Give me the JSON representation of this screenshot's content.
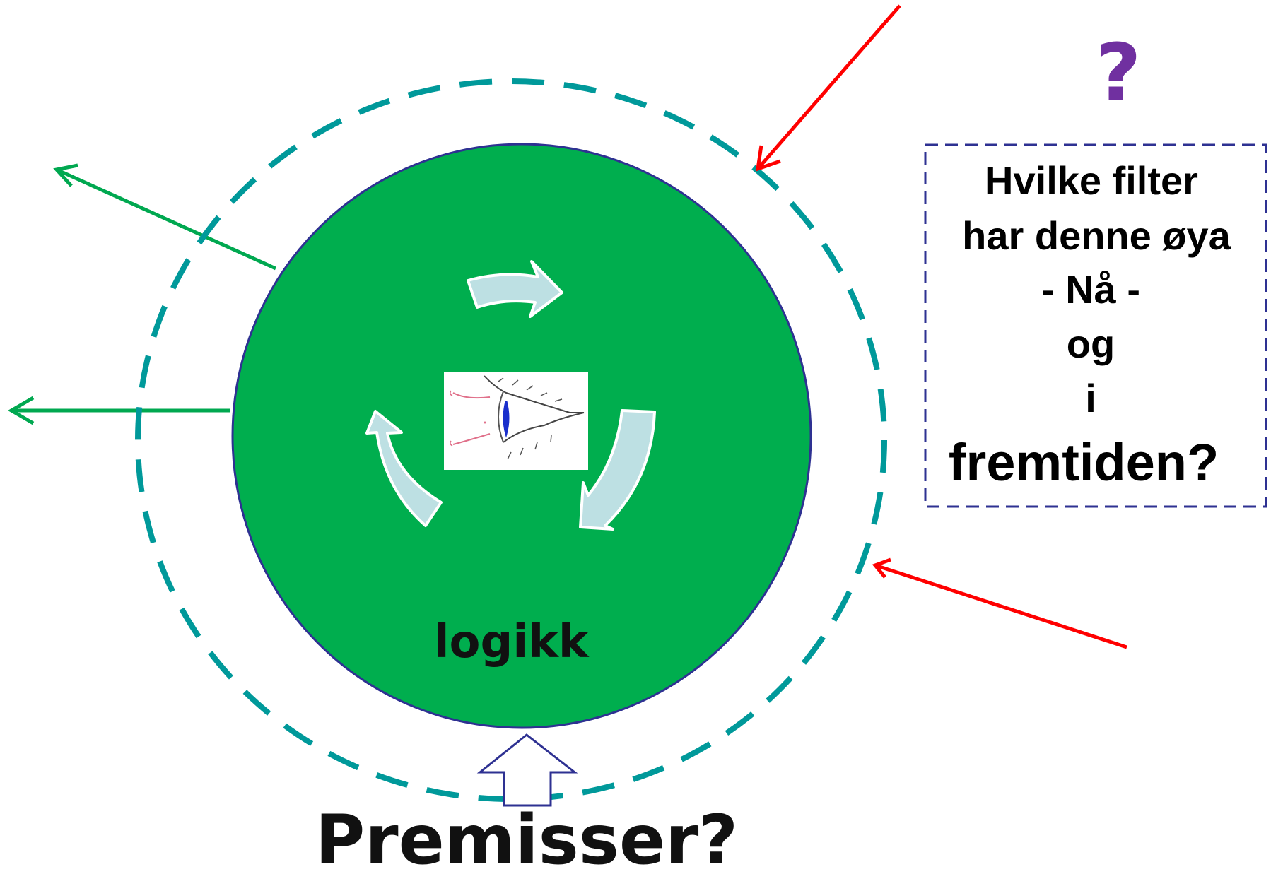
{
  "center_label": "logikk",
  "bottom_label": "Premisser?",
  "question_mark": "?",
  "filter_question": {
    "lines": [
      "Hvilke filter",
      "har denne øya",
      "- Nå -",
      "og",
      "i",
      "fremtiden?"
    ]
  },
  "icons": {
    "center_image": "eye-icon",
    "cycle_arrows": "circular-arrows-icon"
  },
  "colors": {
    "circle_fill": "#00AE4E",
    "circle_stroke": "#2E3192",
    "dashed_ring": "#00999A",
    "outgoing_arrows": "#00A850",
    "incoming_arrows": "#FF0000",
    "question_mark": "#7030A0",
    "box_border": "#2E3192",
    "cycle_arrow_fill": "#BDE0E3"
  }
}
